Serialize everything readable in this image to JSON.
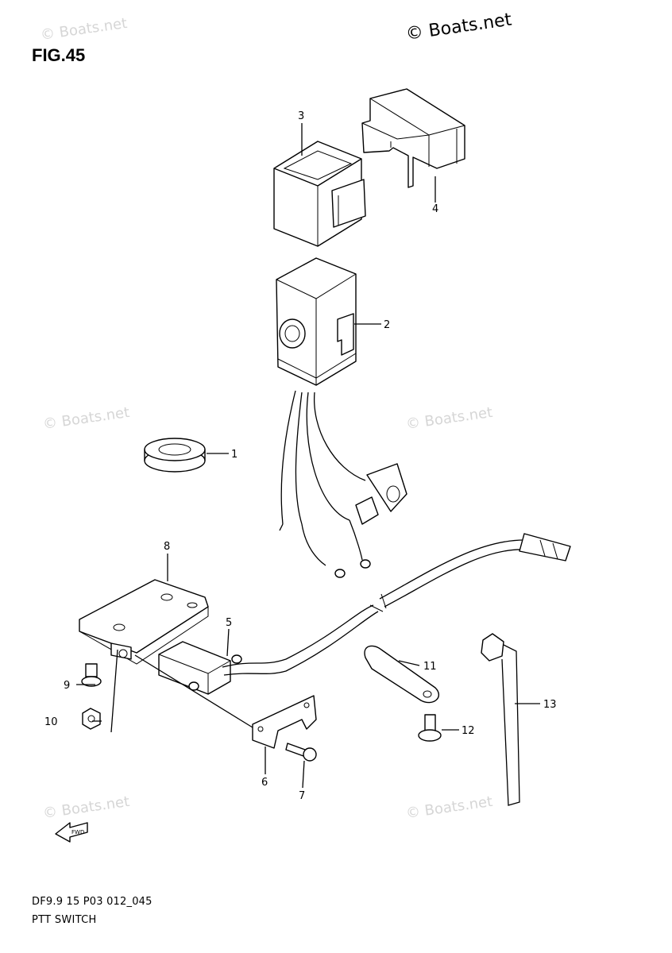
{
  "figure": {
    "title": "FIG.45",
    "code": "DF9.9 15 P03 012_045",
    "name": "PTT SWITCH"
  },
  "watermarks": {
    "primary": "© Boats.net",
    "faded": "© Boats.net"
  },
  "fwd_label": "FWD",
  "callouts": [
    {
      "id": "callout-1",
      "label": "1"
    },
    {
      "id": "callout-2",
      "label": "2"
    },
    {
      "id": "callout-3",
      "label": "3"
    },
    {
      "id": "callout-4",
      "label": "4"
    },
    {
      "id": "callout-5",
      "label": "5"
    },
    {
      "id": "callout-6",
      "label": "6"
    },
    {
      "id": "callout-7",
      "label": "7"
    },
    {
      "id": "callout-8",
      "label": "8"
    },
    {
      "id": "callout-9",
      "label": "9"
    },
    {
      "id": "callout-10",
      "label": "10"
    },
    {
      "id": "callout-11",
      "label": "11"
    },
    {
      "id": "callout-12",
      "label": "12"
    },
    {
      "id": "callout-13",
      "label": "13"
    }
  ]
}
